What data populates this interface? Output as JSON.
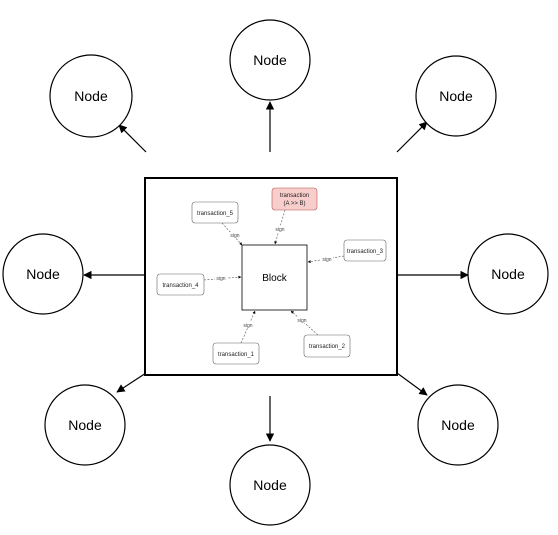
{
  "diagram": {
    "nodes": [
      {
        "label": "Node"
      },
      {
        "label": "Node"
      },
      {
        "label": "Node"
      },
      {
        "label": "Node"
      },
      {
        "label": "Node"
      },
      {
        "label": "Node"
      },
      {
        "label": "Node"
      },
      {
        "label": "Node"
      }
    ],
    "block": {
      "label": "Block"
    },
    "transactions": {
      "t5": "transaction_5",
      "tab_line1": "transaction",
      "tab_line2": "(A >> B)",
      "t3": "transaction_3",
      "t4": "transaction_4",
      "t1": "transaction_1",
      "t2": "transaction_2"
    },
    "edge_labels": {
      "e5": "sign",
      "eab": "sign",
      "e3": "sign",
      "e4": "sign",
      "e1": "sign",
      "e2": "sign"
    },
    "colors": {
      "highlight_fill": "#f8cecc",
      "highlight_stroke": "#b85450",
      "stroke": "#000000"
    }
  }
}
